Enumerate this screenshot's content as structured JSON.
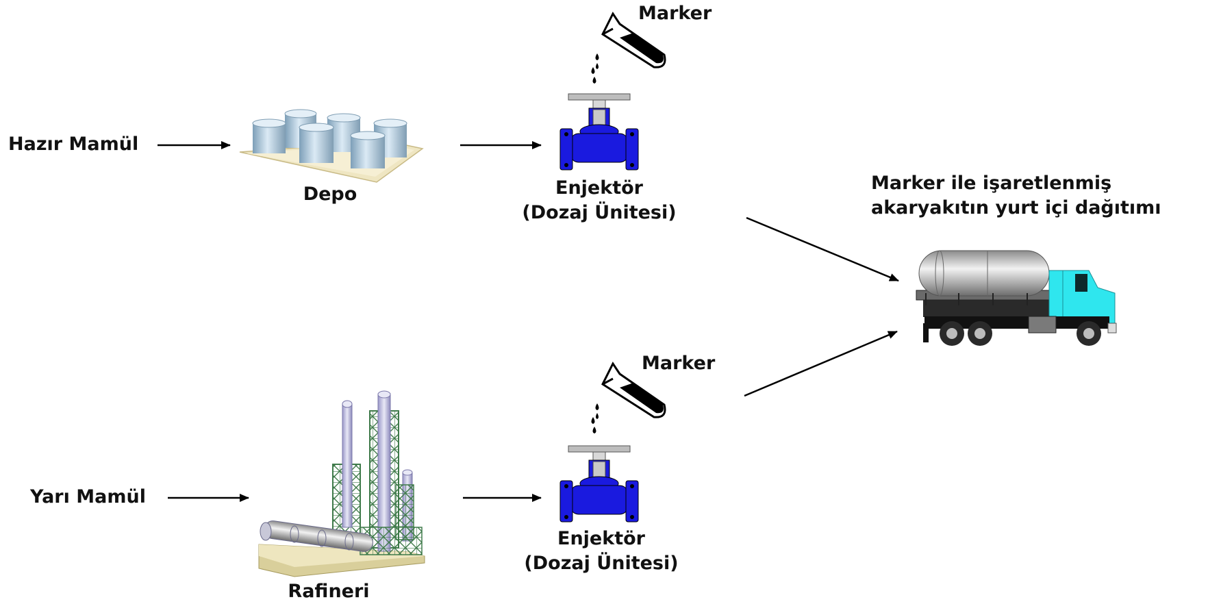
{
  "labels": {
    "input_top": "Hazır Mamül",
    "input_bottom": "Yarı Mamül",
    "storage": "Depo",
    "refinery": "Rafineri",
    "marker_top": "Marker",
    "marker_bottom": "Marker",
    "injector_top_line1": "Enjektör",
    "injector_top_line2": "(Dozaj Ünitesi)",
    "injector_bottom_line1": "Enjektör",
    "injector_bottom_line2": "(Dozaj Ünitesi)",
    "output_line1": "Marker ile işaretlenmiş",
    "output_line2": "akaryakıtın yurt içi dağıtımı"
  },
  "icons": {
    "storage": "storage-tanks-icon",
    "refinery": "refinery-icon",
    "marker": "test-tube-pouring-icon",
    "injector": "valve-icon",
    "truck": "tanker-truck-icon"
  },
  "colors": {
    "text": "#111111",
    "arrow": "#000000",
    "valve_blue": "#1a1adf",
    "tank_blue": "#b8d4e6",
    "truck_cab": "#2fe6ee",
    "refinery_green": "#3f7a4a"
  }
}
